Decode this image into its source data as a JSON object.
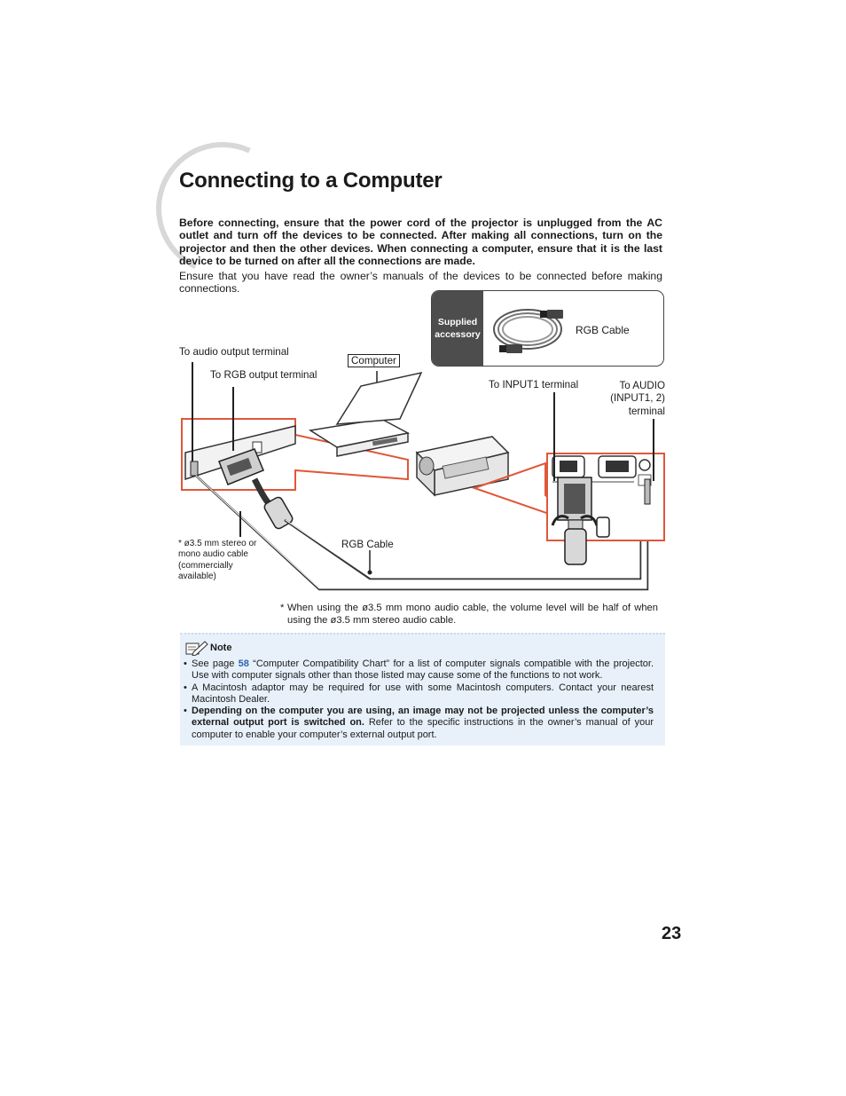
{
  "page": {
    "title": "Connecting to a Computer",
    "page_number": "23"
  },
  "intro": {
    "warning": "Before connecting, ensure that the power cord of the projector is unplugged from the AC outlet and turn off the devices to be connected. After making all connections, turn on the projector and then the other devices. When connecting a computer, ensure that it is the last device to be turned on after all the connections are made.",
    "manuals": "Ensure that you have read the owner’s manuals of the devices to be connected before making connections."
  },
  "accessory": {
    "label": "Supplied accessory",
    "cable_name": "RGB Cable"
  },
  "diagram": {
    "audio_output": "To audio output terminal",
    "rgb_output": "To RGB output terminal",
    "computer": "Computer",
    "input1": "To INPUT1 terminal",
    "audio_input_line1": "To AUDIO",
    "audio_input_line2": "(INPUT1, 2)",
    "audio_input_line3": "terminal",
    "rgb_cable": "RGB Cable",
    "audio_cable_line1": "* ø3.5 mm stereo or",
    "audio_cable_line2": "mono audio cable",
    "audio_cable_line3": "(commercially",
    "audio_cable_line4": "available)"
  },
  "footnote": {
    "star": "*",
    "text": "When using the ø3.5 mm mono audio cable, the volume level will be half of when using the ø3.5 mm stereo audio cable."
  },
  "note": {
    "heading": "Note",
    "bullet": "•",
    "item1_pre": "See page ",
    "item1_page": "58",
    "item1_post": " “Computer Compatibility Chart” for a list of computer signals compatible with the projector. Use with computer signals other than those listed may cause some of the functions to not work.",
    "item2": "A Macintosh adaptor may be required for use with some Macintosh computers. Contact your nearest Macintosh Dealer.",
    "item3_bold": "Depending on the computer you are using, an image may not be projected unless the computer’s external output port is switched on.",
    "item3_rest": " Refer to the specific instructions in the owner’s manual of your computer to enable your computer’s external output port."
  },
  "colors": {
    "highlight_red": "#e0573a",
    "accessory_label_bg": "#4d4d4d",
    "note_bg": "#e8f1fa",
    "page_link": "#2b63b5"
  }
}
